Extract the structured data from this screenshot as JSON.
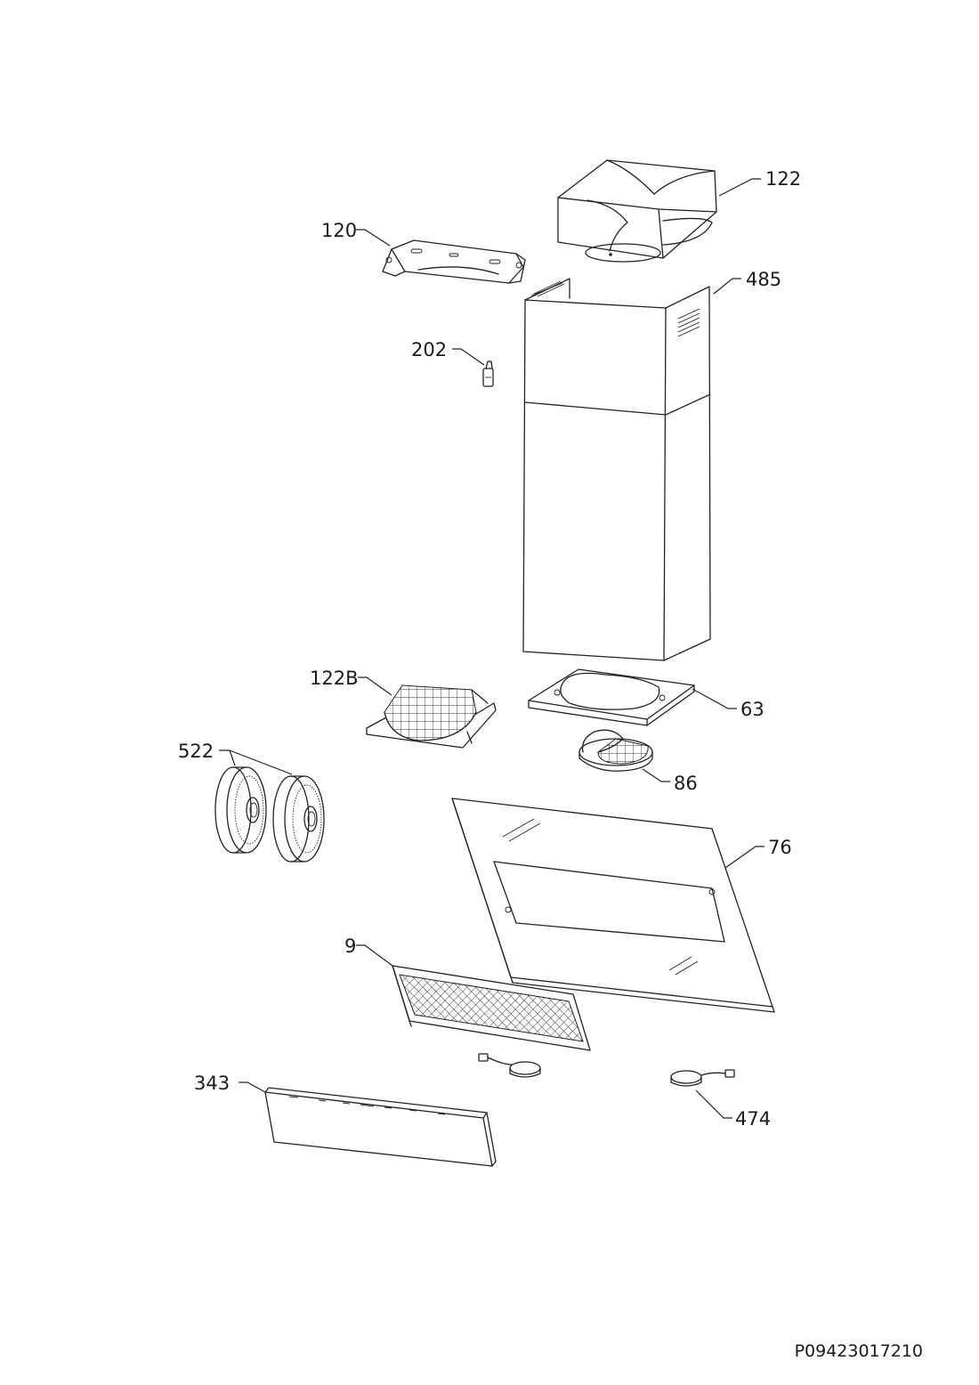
{
  "diagram": {
    "document_code": "P09423017210",
    "part_labels": [
      "122",
      "120",
      "485",
      "202",
      "122B",
      "63",
      "522",
      "86",
      "76",
      "9",
      "343",
      "474"
    ]
  }
}
